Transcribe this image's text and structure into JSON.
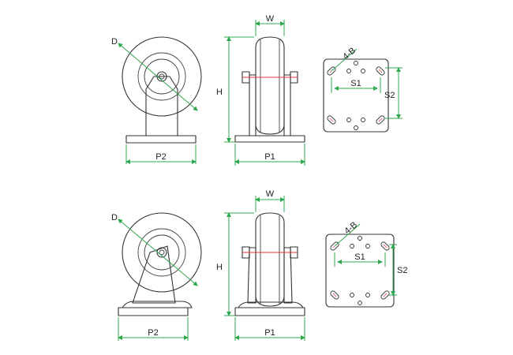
{
  "title": "",
  "colors": {
    "dimension": "#2fa84f",
    "line": "#333333",
    "accent": "#e23a3a",
    "background": "#ffffff"
  },
  "top_set": {
    "side_view": {
      "diameter": "D",
      "plate_length": "P2"
    },
    "front_view": {
      "width": "W",
      "height": "H",
      "plate_length": "P1"
    },
    "plate_view": {
      "holes": "4-B",
      "hole_spacing_x": "S1",
      "hole_spacing_y": "S2"
    }
  },
  "bottom_set": {
    "side_view": {
      "diameter": "D",
      "plate_length": "P2"
    },
    "front_view": {
      "width": "W",
      "height": "H",
      "plate_length": "P1"
    },
    "plate_view": {
      "holes": "4-B",
      "hole_spacing_x": "S1",
      "hole_spacing_y": "S2"
    }
  }
}
